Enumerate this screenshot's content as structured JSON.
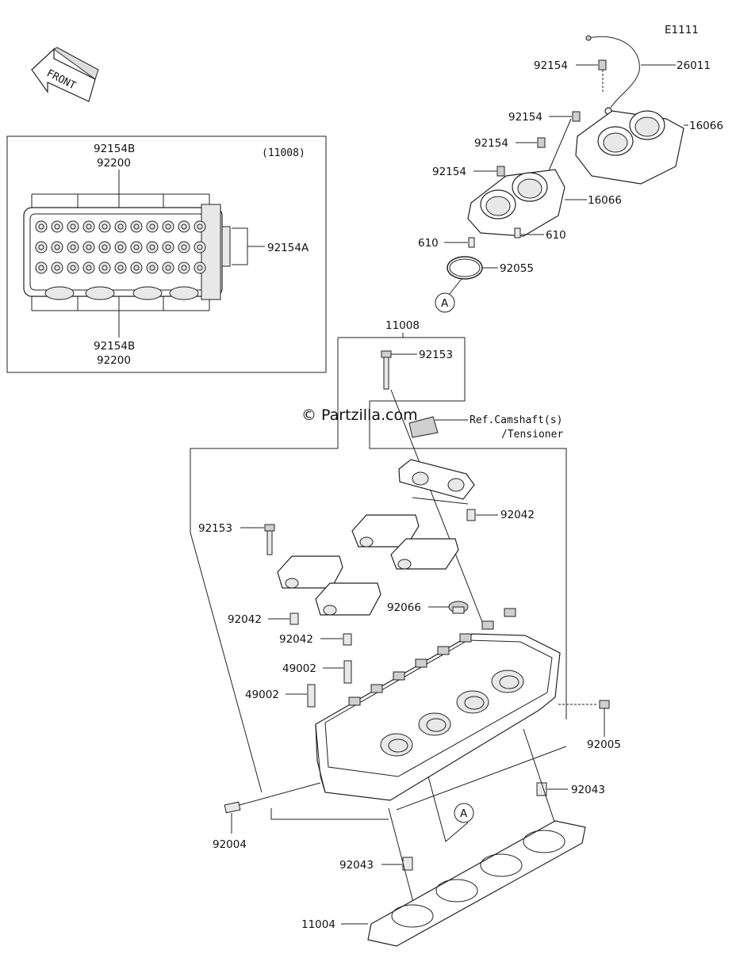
{
  "diagram": {
    "code": "E1111",
    "front_label": "FRONT",
    "watermark": "© Partzilla.com",
    "inset_ref": "(11008)",
    "reference_note": [
      "Ref.Camshaft(s)",
      "/Tensioner"
    ],
    "circle_ref": "A",
    "labels": {
      "p26011": "26011",
      "p92154_a": "92154",
      "p92154_b": "92154",
      "p92154_c": "92154",
      "p92154_d": "92154",
      "p16066_upper": "16066",
      "p16066_lower": "16066",
      "p610_left": "610",
      "p610_right": "610",
      "p92055": "92055",
      "p11008": "11008",
      "p92153_top": "92153",
      "p92153_left": "92153",
      "p92042_right": "92042",
      "p92042_left": "92042",
      "p92042_mid": "92042",
      "p92066": "92066",
      "p49002_upper": "49002",
      "p49002_lower": "49002",
      "p92005": "92005",
      "p92043_right": "92043",
      "p92043_left": "92043",
      "p92004": "92004",
      "p11004": "11004",
      "inset_92154B_top": "92154B",
      "inset_92200_top": "92200",
      "inset_92154A": "92154A",
      "inset_92154B_bottom": "92154B",
      "inset_92200_bottom": "92200"
    }
  }
}
